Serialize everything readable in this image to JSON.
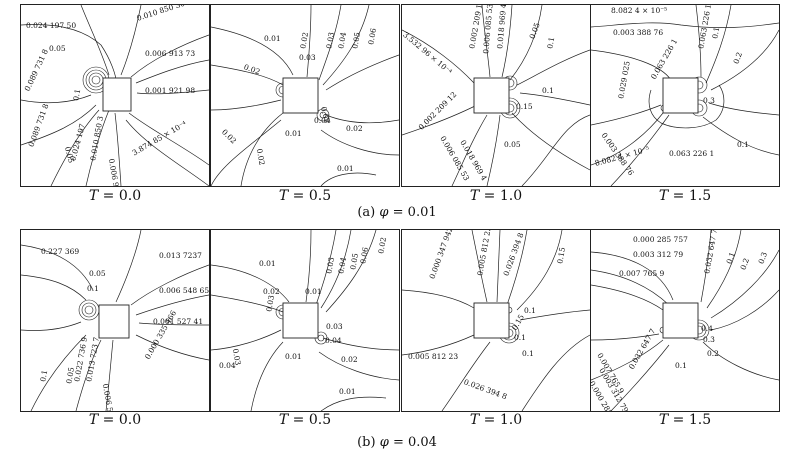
{
  "rows": [
    {
      "caption": {
        "prefix": "(a)",
        "symbol": "φ",
        "value": "= 0.01"
      },
      "panels": [
        {
          "time": "0.0",
          "labels": [
            "0.024 197 50",
            "0.05",
            "0.010 850 30",
            "0.006 913 73",
            "0.001 921 98",
            "0.089 731 8",
            "0.089 731 8",
            "0.05",
            "0.024 197",
            "0.010 850 3",
            "0.006 913 73",
            "3.874 85 × 10⁻⁴",
            "0.1"
          ]
        },
        {
          "time": "0.5",
          "labels": [
            "0.01",
            "0.02",
            "0.03",
            "0.03",
            "0.04",
            "0.05",
            "0.06",
            "0.02",
            "0.02",
            "0.03",
            "0.04",
            "0.01",
            "0.02",
            "0.02",
            "0.01"
          ]
        },
        {
          "time": "1.0",
          "labels": [
            "3.532 96 × 10⁻⁴",
            "0.002 209 12",
            "0.006 085 53",
            "0.018 969 4",
            "0.05",
            "0.1",
            "0.1",
            "0.15",
            "0.002 209 12",
            "0.006 085 53",
            "0.018 969 4",
            "0.05"
          ]
        },
        {
          "time": "1.5",
          "labels": [
            "8.082 4 × 10⁻⁵",
            "0.003 388 76",
            "0.063 226 1",
            "0.1",
            "0.2",
            "0.029 025",
            "0.063 226 1",
            "0.3",
            "0.003 388 76",
            "8.082 4 × 10⁻⁵",
            "0.063 226 1",
            "0.1"
          ]
        }
      ]
    },
    {
      "caption": {
        "prefix": "(b)",
        "symbol": "φ",
        "value": "= 0.04"
      },
      "panels": [
        {
          "time": "0.0",
          "labels": [
            "0.227 369",
            "0.013 7237",
            "0.05",
            "0.1",
            "0.006 548 65",
            "0.001 527 41",
            "0.000 335 466",
            "0.1",
            "0.05",
            "0.022 736 9",
            "0.013 723 7",
            "0.006 548 65"
          ]
        },
        {
          "time": "0.5",
          "labels": [
            "0.01",
            "0.02",
            "0.03",
            "0.04",
            "0.05",
            "0.06",
            "0.02",
            "0.03",
            "0.01",
            "0.03",
            "0.04",
            "0.01",
            "0.02",
            "0.03",
            "0.04",
            "0.01"
          ]
        },
        {
          "time": "1.0",
          "labels": [
            "0.000 347 942",
            "0.005 812 23",
            "0.026 394 8",
            "0.15",
            "0.1",
            "0.15",
            "0.1",
            "0.005 812 23",
            "0.026 394 8",
            "0.1"
          ]
        },
        {
          "time": "1.5",
          "labels": [
            "0.000 285 757",
            "0.003 312 79",
            "0.007 765 9",
            "0.032 647 7",
            "0.1",
            "0.2",
            "0.3",
            "0.4",
            "0.3",
            "0.2",
            "0.007 765 9",
            "0.003 312 79",
            "0.000 285 757",
            "0.032 647 7",
            "0.1"
          ]
        }
      ]
    }
  ],
  "time_symbol": "T",
  "time_equals": "="
}
